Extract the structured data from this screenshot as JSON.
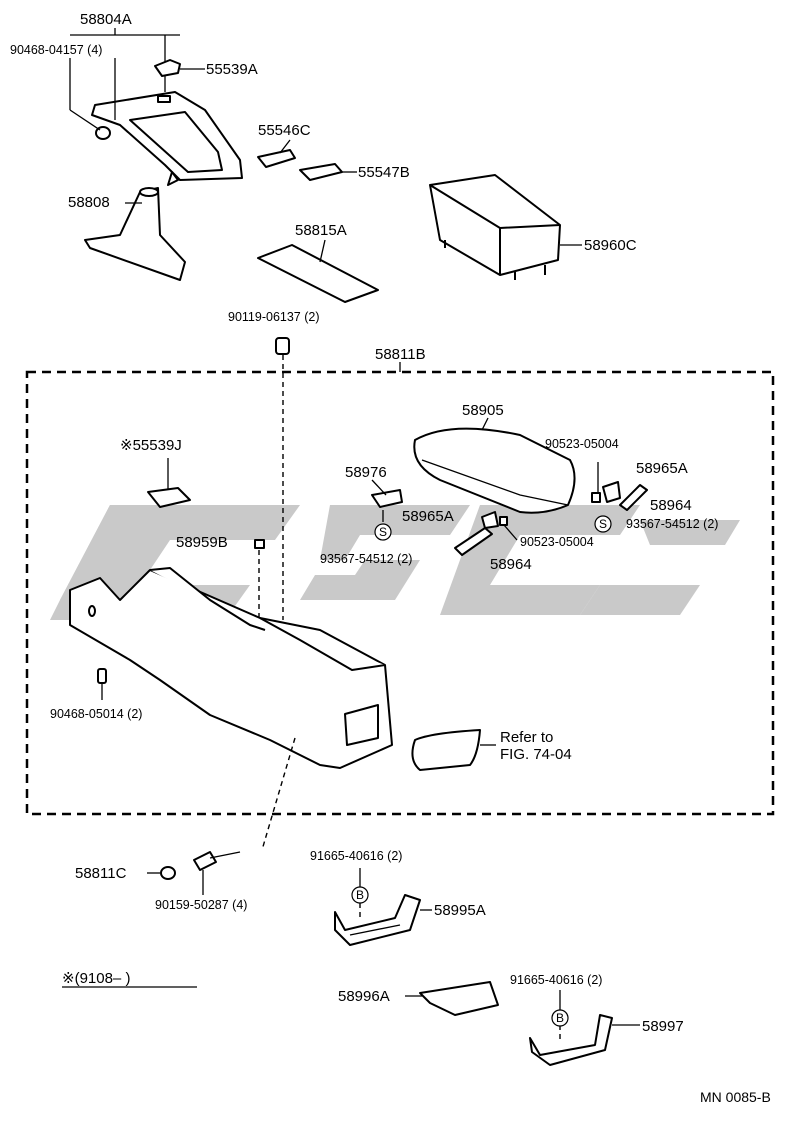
{
  "diagram": {
    "code": "MN 0085-B",
    "note": "※(9108–        )",
    "refer_text_line1": "Refer to",
    "refer_text_line2": "FIG. 74-04",
    "markers": {
      "s": "S",
      "b": "B"
    },
    "frame_label": "58811B",
    "parts": {
      "p58804A": "58804A",
      "p90468_04157": "90468-04157 (4)",
      "p55539A": "55539A",
      "p55546C": "55546C",
      "p55547B": "55547B",
      "p58808": "58808",
      "p58815A": "58815A",
      "p58960C": "58960C",
      "p90119_06137": "90119-06137 (2)",
      "p58905": "58905",
      "p90523_05004_a": "90523-05004",
      "p55539J": "※55539J",
      "p58976": "58976",
      "p58965A_a": "58965A",
      "p58964_a": "58964",
      "p58965A_b": "58965A",
      "p93567_a": "93567-54512 (2)",
      "p90523_05004_b": "90523-05004",
      "p58959B": "58959B",
      "p93567_b": "93567-54512 (2)",
      "p58964_b": "58964",
      "p90468_05014": "90468-05014 (2)",
      "p58811C": "58811C",
      "p90159_50287": "90159-50287 (4)",
      "p91665_a": "91665-40616 (2)",
      "p58995A": "58995A",
      "p58996A": "58996A",
      "p91665_b": "91665-40616 (2)",
      "p58997": "58997"
    }
  }
}
